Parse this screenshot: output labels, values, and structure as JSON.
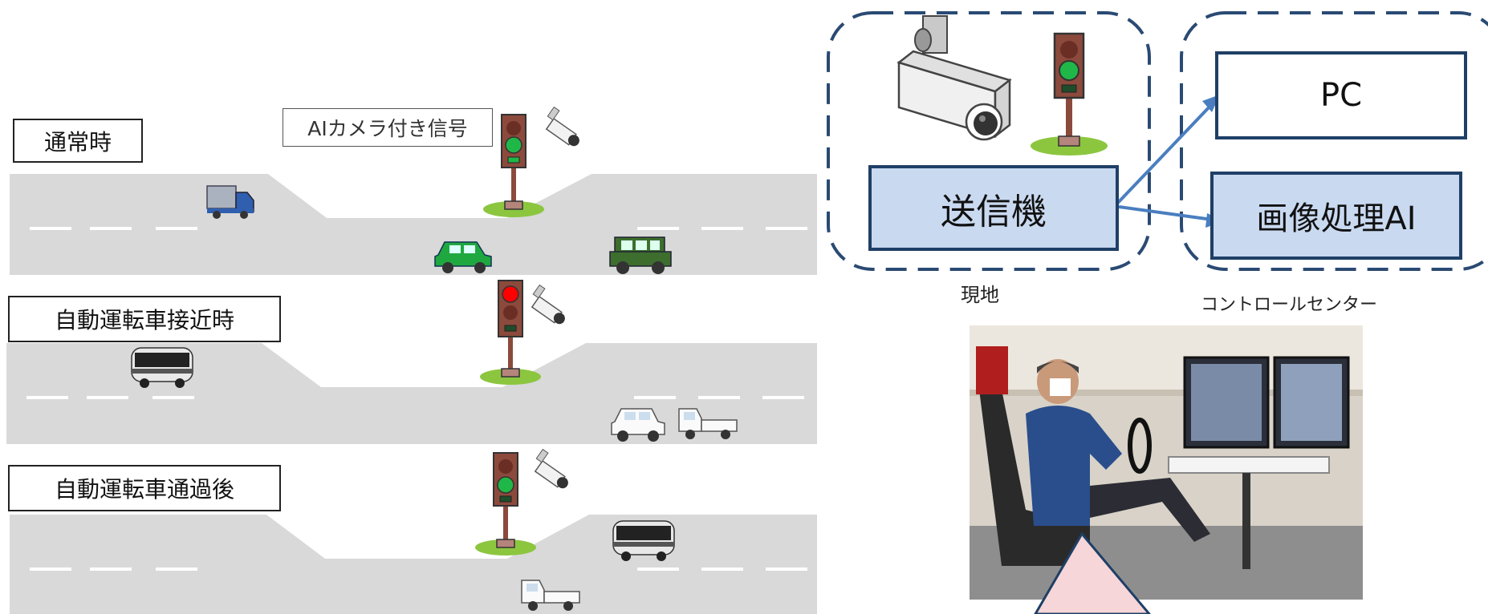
{
  "scenes": [
    {
      "label": "通常時",
      "signal": "green"
    },
    {
      "label": "自動運転車接近時",
      "signal": "red"
    },
    {
      "label": "自動運転車通過後",
      "signal": "green"
    }
  ],
  "callout": "AIカメラ付き信号",
  "site": {
    "transmitter": "送信機",
    "caption": "現地"
  },
  "control_center": {
    "pc": "PC",
    "ai": "画像処理AI",
    "caption": "コントロールセンター"
  },
  "colors": {
    "road": "#d9d9d9",
    "lane_dash": "#ffffff",
    "signal_body": "#8b4a3c",
    "signal_green": "#1fb848",
    "signal_red": "#ff0000",
    "grass": "#8cc63f",
    "box_fill": "#c9d9f0",
    "box_border": "#1f3f66",
    "arrow": "#4a7ec0",
    "dashed_border": "#2a4a73",
    "pink": "#f6d6d9"
  }
}
